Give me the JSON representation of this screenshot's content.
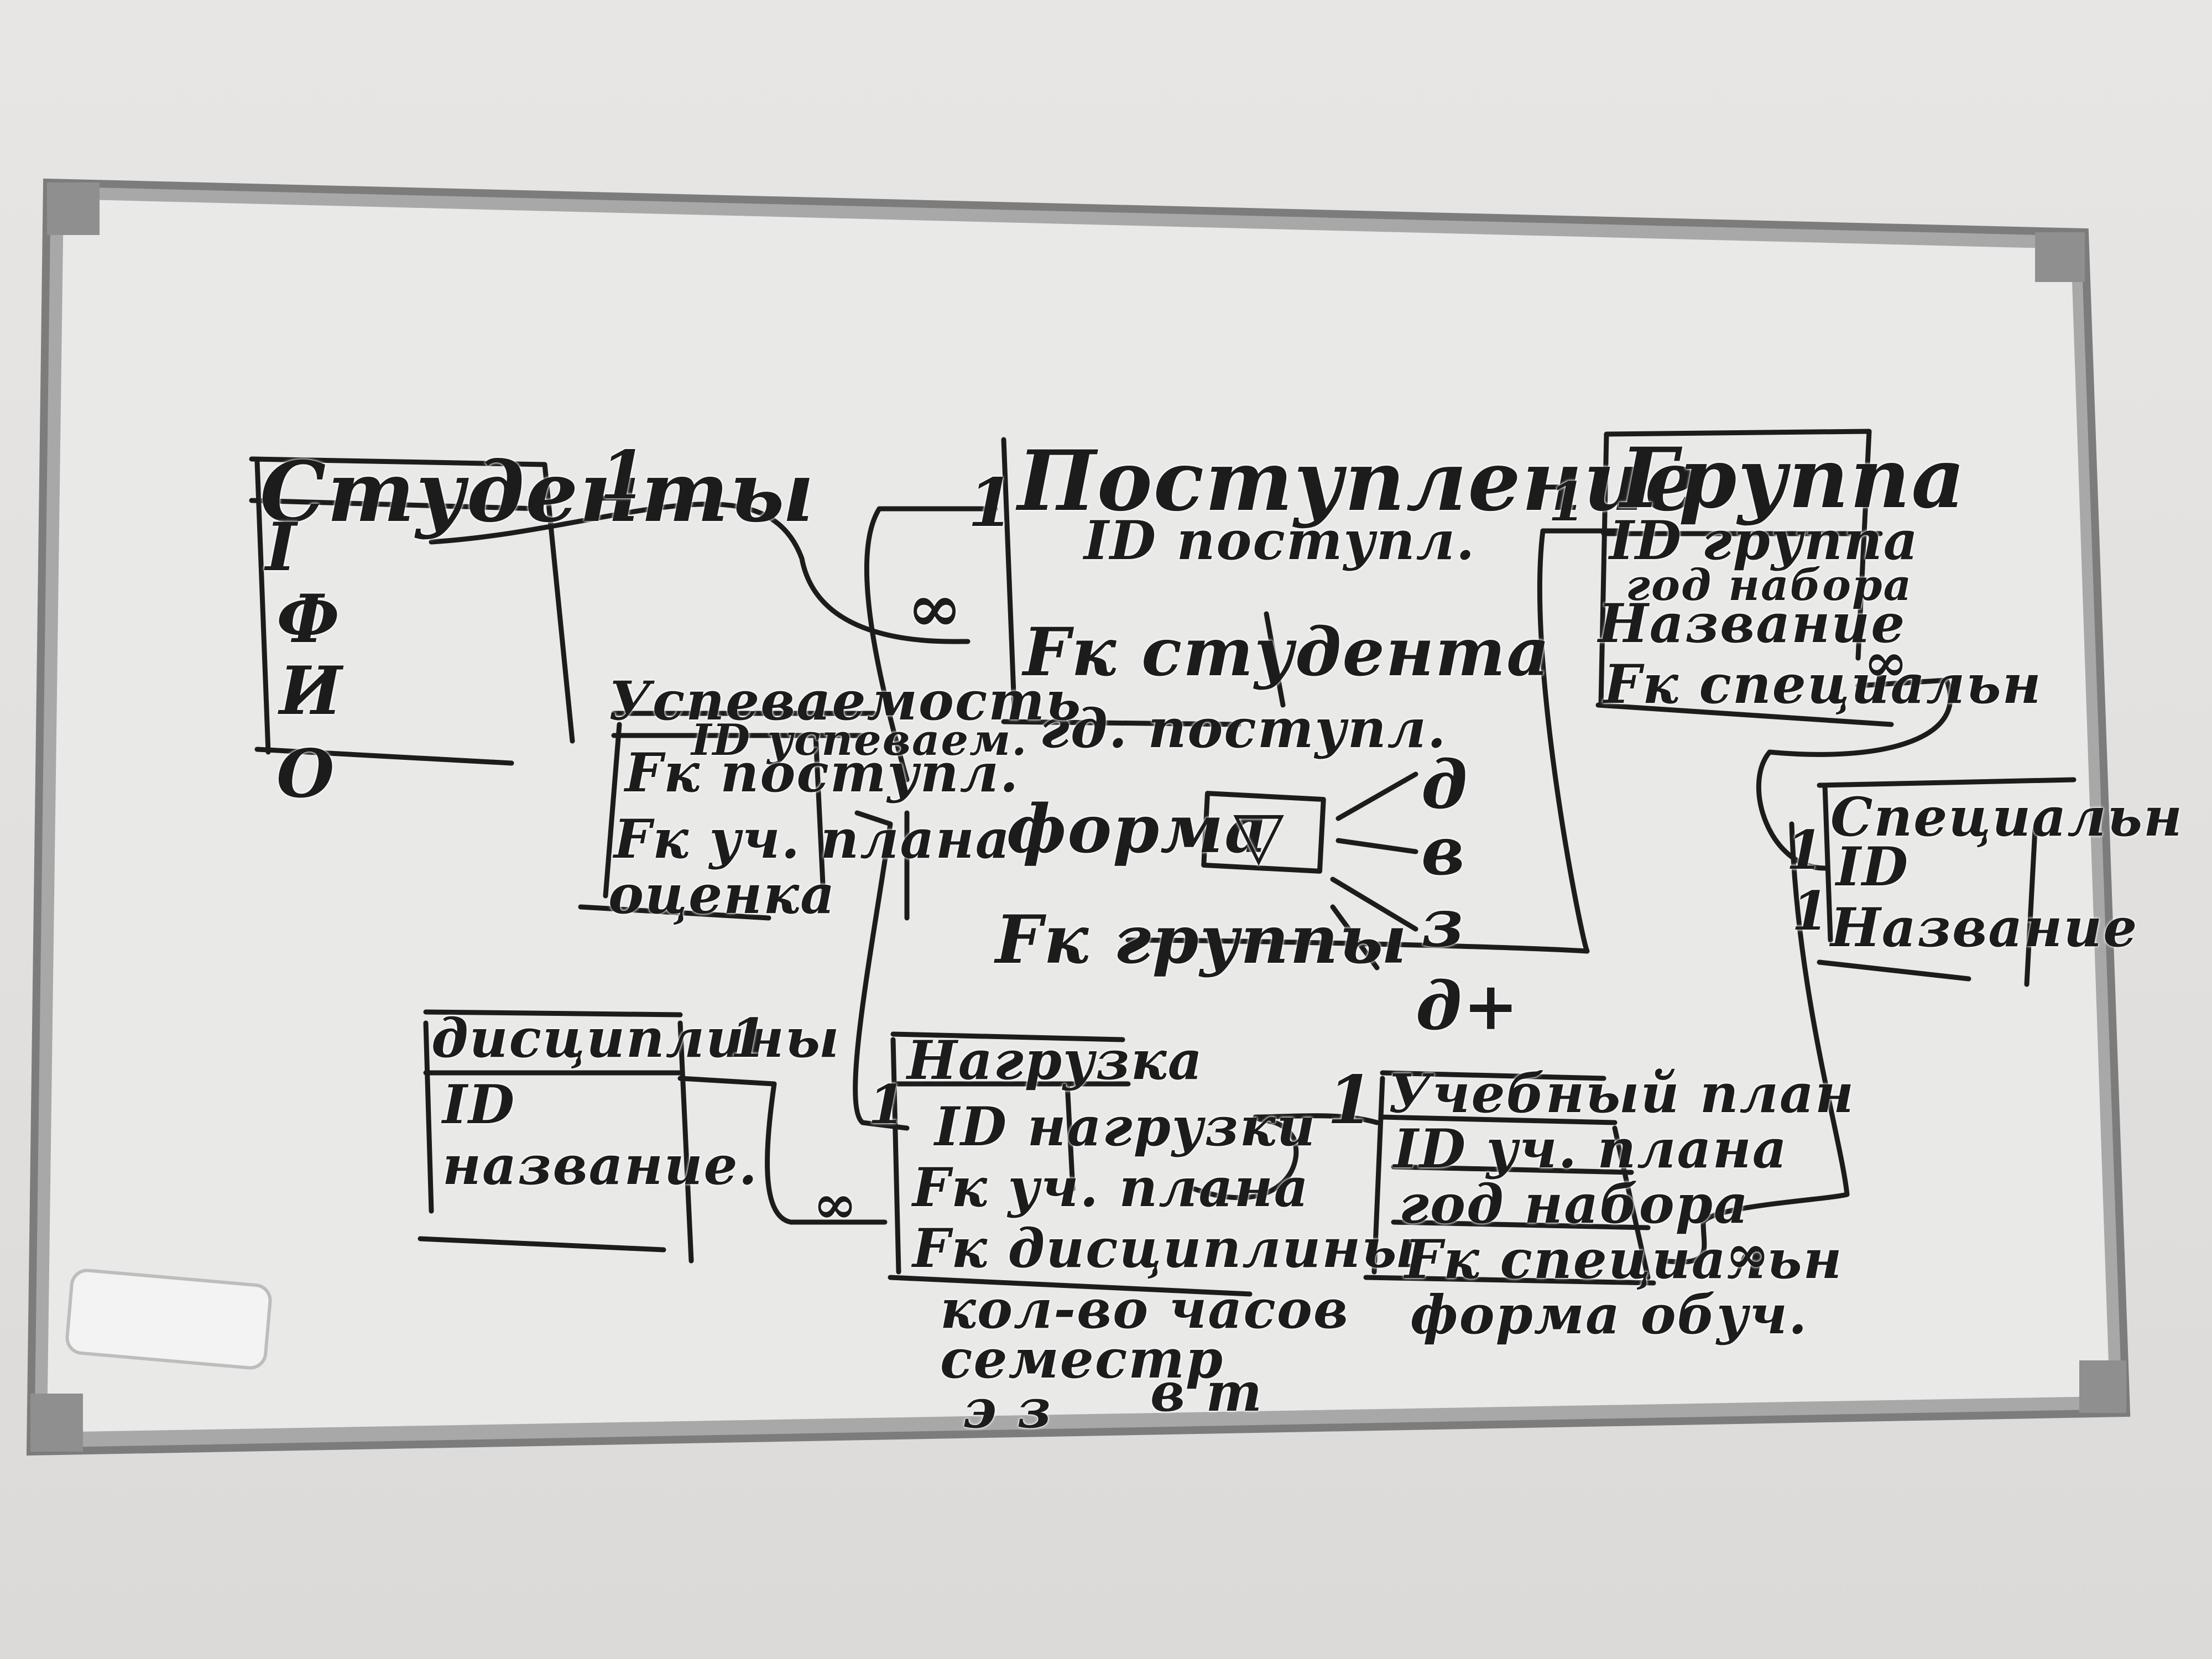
{
  "board": {
    "students": {
      "title": "Студенты",
      "fields": [
        "I",
        "Ф",
        "И",
        "О"
      ],
      "cardinality": "1"
    },
    "admission": {
      "title": "Поступление",
      "fields": [
        "ID поступл.",
        "Fк студента",
        "гд. поступл.",
        "форма",
        "Fк группы"
      ],
      "cardinality": "1"
    },
    "form_options": [
      "д",
      "в",
      "з",
      "д+"
    ],
    "form_box": "▽",
    "progress": {
      "title": "Успеваемость",
      "fields": [
        "ID успеваем.",
        "Fк поступл.",
        "Fк уч. плана",
        "оценка"
      ]
    },
    "group": {
      "title": "Группа",
      "fields": [
        "ID группа",
        "год набора",
        "Название",
        "Fк специальн"
      ],
      "cardinality": "1"
    },
    "specialty": {
      "title": "Специальн",
      "fields": [
        "ID",
        "Название"
      ],
      "cardinality": [
        "1",
        "1"
      ]
    },
    "disciplines": {
      "title": "дисциплины",
      "fields": [
        "ID",
        "название."
      ],
      "cardinality": "1"
    },
    "load": {
      "title": "Нагрузка",
      "fields": [
        "ID нагрузки",
        "Fк уч. плана",
        "Fк дисциплины",
        "кол-во часов",
        "семестр",
        "э з",
        "в т"
      ],
      "cardinality": "1"
    },
    "study_plan": {
      "title": "Учебный план",
      "fields": [
        "ID уч. плана",
        "год набора",
        "Fк специальн",
        "форма обуч."
      ],
      "cardinality": "1"
    },
    "infinity": "∞"
  }
}
